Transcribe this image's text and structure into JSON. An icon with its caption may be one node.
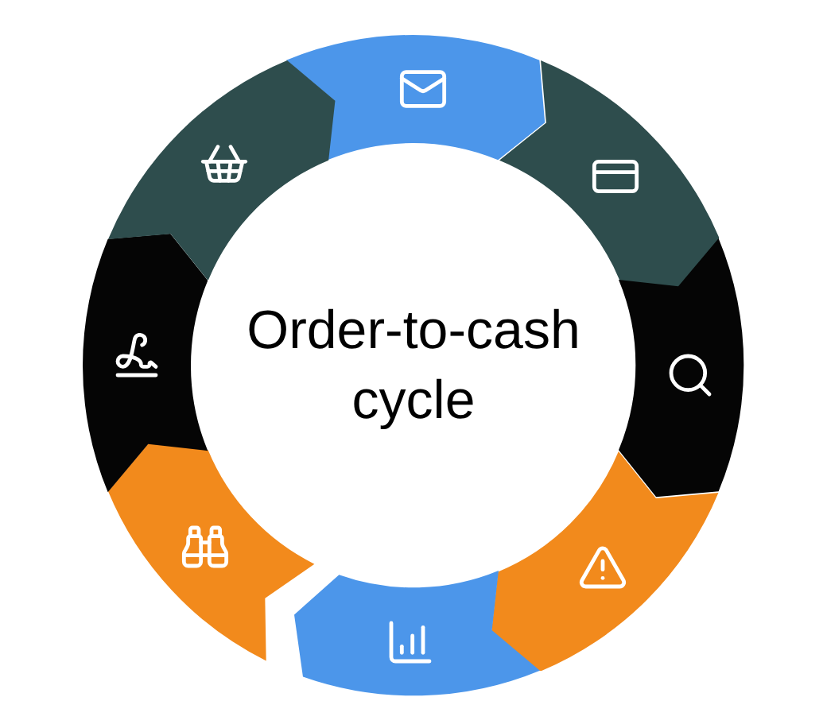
{
  "diagram": {
    "nodes": [
      {
        "text": [
          "Order-to-cash cycle"
        ]
      },
      {
        "text": [],
        "shape": "arrow"
      },
      {
        "text": [],
        "shape": "arrow"
      },
      {
        "text": [],
        "shape": "arrow"
      },
      {
        "text": [],
        "shape": "arrow"
      },
      {
        "text": [],
        "shape": "arrow"
      },
      {
        "text": [],
        "shape": "arrow"
      },
      {
        "text": [],
        "shape": "arrow"
      },
      {
        "text": [],
        "shape": "arrow"
      }
    ]
  }
}
